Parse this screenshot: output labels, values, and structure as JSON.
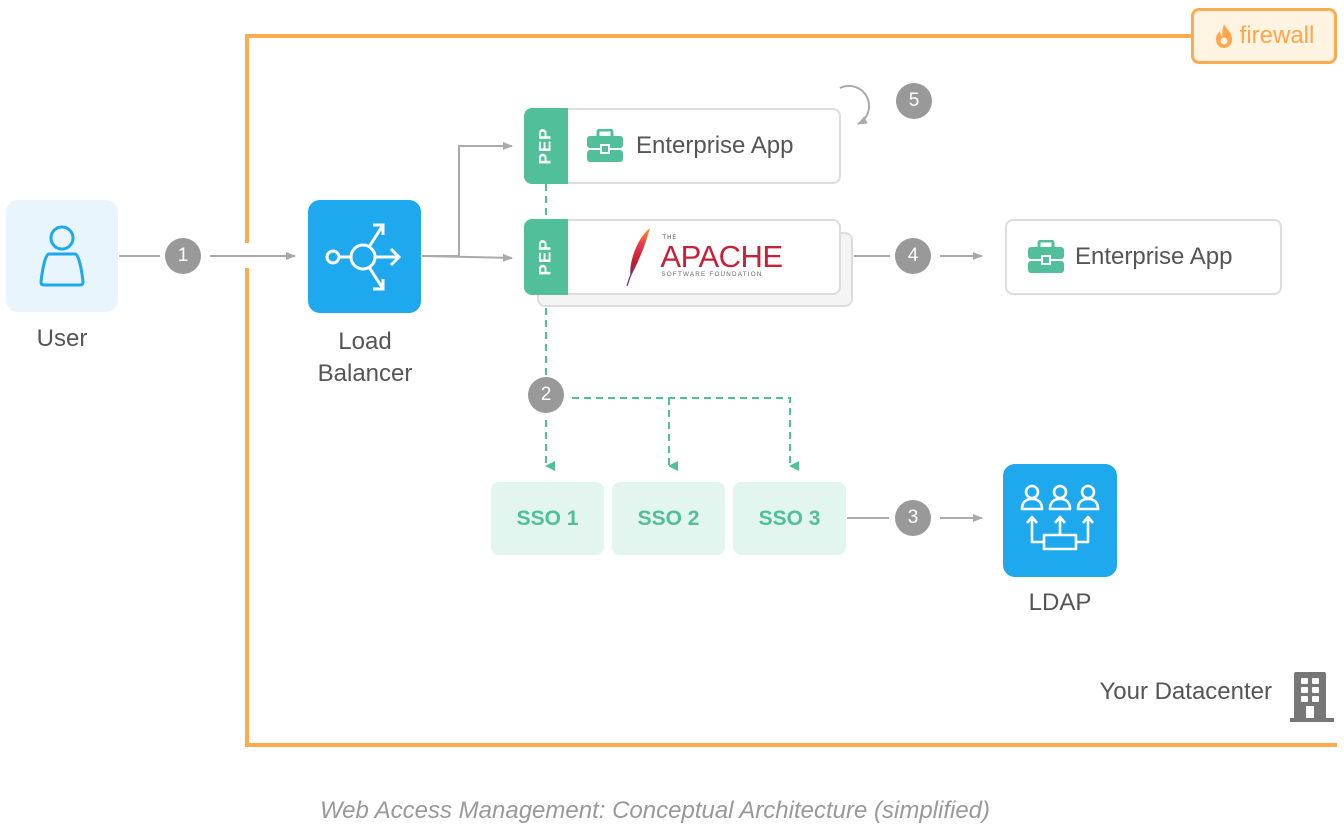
{
  "firewall": {
    "label": "firewall",
    "icon": "flame-icon",
    "color": "#ffaa4d"
  },
  "nodes": {
    "user": {
      "label": "User",
      "icon": "user-icon"
    },
    "load_balancer": {
      "label_line1": "Load",
      "label_line2": "Balancer",
      "icon": "load-balancer-icon"
    },
    "enterprise_app_top": {
      "badge": "PEP",
      "label": "Enterprise App",
      "icon": "briefcase-icon"
    },
    "apache": {
      "badge": "PEP",
      "logo_the": "THE",
      "logo_main": "APACHE",
      "logo_sub": "SOFTWARE FOUNDATION",
      "icon": "apache-feather-icon"
    },
    "enterprise_app_right": {
      "label": "Enterprise App",
      "icon": "briefcase-icon"
    },
    "sso": [
      {
        "label": "SSO 1"
      },
      {
        "label": "SSO 2"
      },
      {
        "label": "SSO 3"
      }
    ],
    "ldap": {
      "label": "LDAP",
      "icon": "directory-icon"
    },
    "datacenter": {
      "label": "Your Datacenter",
      "icon": "building-icon"
    }
  },
  "steps": [
    "1",
    "2",
    "3",
    "4",
    "5"
  ],
  "colors": {
    "firewall": "#ffaa4d",
    "blue": "#1ea8ee",
    "green": "#52bf9b",
    "sso_bg": "#e2f5ee",
    "step_gray": "#999999",
    "connector_gray": "#aaaaaa"
  },
  "caption": "Web Access Management: Conceptual Architecture (simplified)"
}
